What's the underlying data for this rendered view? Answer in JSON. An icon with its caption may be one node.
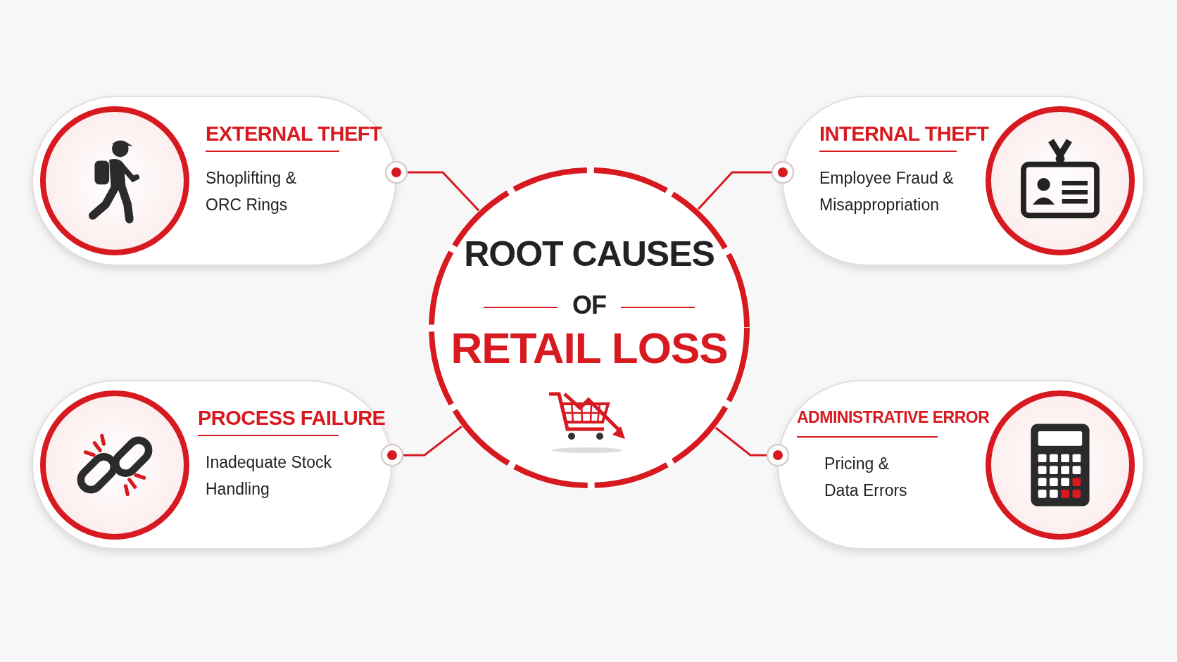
{
  "diagram": {
    "nodes": [
      {
        "text": [
          "ROOT CAUSES",
          "OF",
          "RETAIL LOSS"
        ]
      },
      {
        "text": [
          "EXTERNAL THEFT",
          "Shoplifting & ORC Rings"
        ]
      },
      {
        "text": [
          "INTERNAL THEFT",
          "Employee Fraud & Misappropriation"
        ]
      },
      {
        "text": [
          "PROCESS FAILURE",
          "Inadequate Stock Handling"
        ]
      },
      {
        "text": [
          "ADMINISTRATIVE ERROR",
          "Pricing & Data Errors"
        ]
      }
    ],
    "edges": [
      {
        "from": 0,
        "to": 1,
        "arrow": "other"
      },
      {
        "from": 0,
        "to": 2,
        "arrow": "other"
      },
      {
        "from": 0,
        "to": 3,
        "arrow": "other"
      },
      {
        "from": 0,
        "to": 4,
        "arrow": "other"
      }
    ]
  }
}
